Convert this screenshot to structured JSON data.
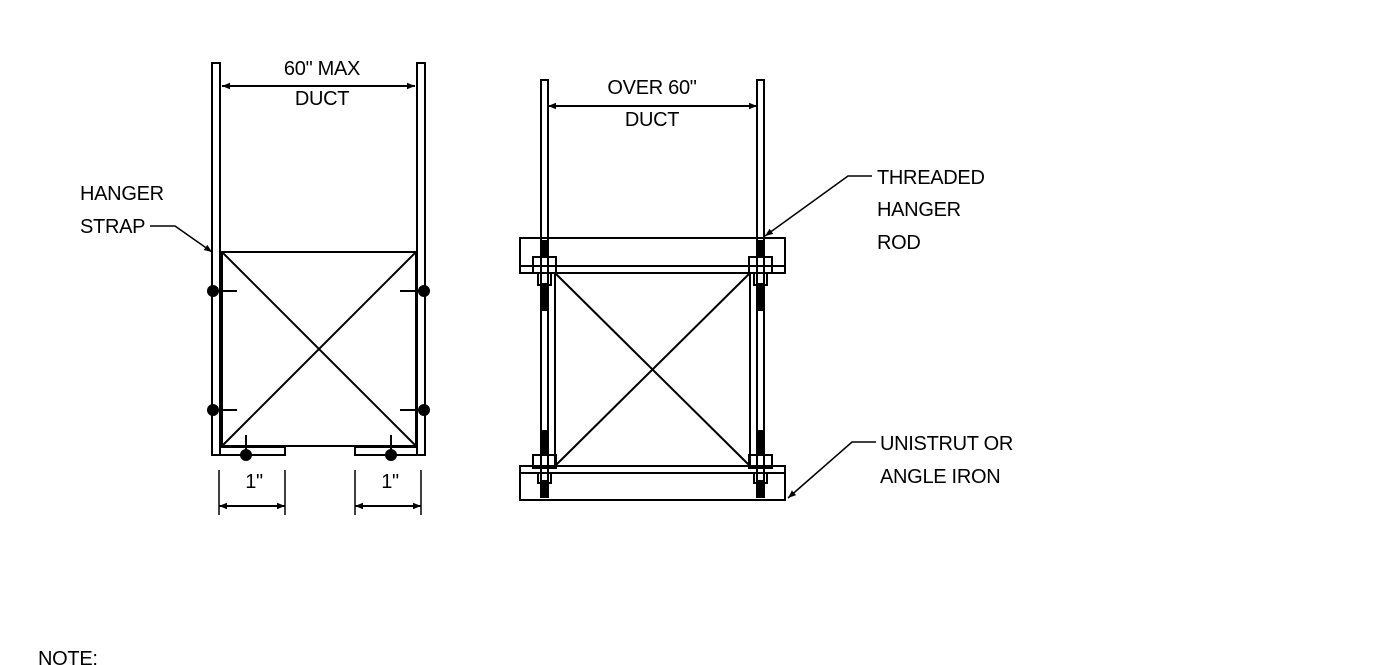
{
  "left_detail": {
    "width_label_line1": "60\" MAX",
    "width_label_line2": "DUCT",
    "callout_line1": "HANGER",
    "callout_line2": "STRAP",
    "offset_left": "1\"",
    "offset_right": "1\""
  },
  "right_detail": {
    "width_label_line1": "OVER 60\"",
    "width_label_line2": "DUCT",
    "rod_callout_line1": "THREADED",
    "rod_callout_line2": "HANGER",
    "rod_callout_line3": "ROD",
    "strut_callout_line1": "UNISTRUT OR",
    "strut_callout_line2": "ANGLE IRON"
  },
  "note_heading": "NOTE:"
}
